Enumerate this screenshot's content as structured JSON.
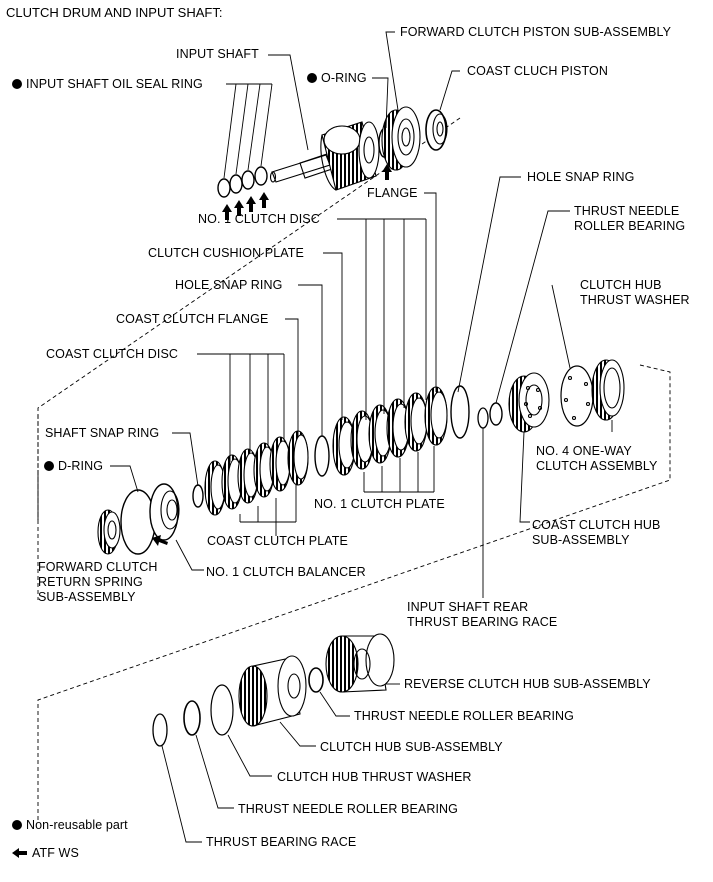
{
  "title": "CLUTCH DRUM AND INPUT SHAFT:",
  "labels": {
    "forward_clutch_piston": "FORWARD CLUTCH PISTON SUB-ASSEMBLY",
    "input_shaft": "INPUT SHAFT",
    "o_ring": "O-RING",
    "coast_cluch_piston": "COAST CLUCH PISTON",
    "input_shaft_oil_seal_ring": "INPUT SHAFT OIL SEAL RING",
    "flange": "FLANGE",
    "hole_snap_ring_top": "HOLE SNAP RING",
    "no1_clutch_disc": "NO. 1 CLUTCH DISC",
    "thrust_needle_roller_bearing_top": "THRUST NEEDLE\nROLLER BEARING",
    "clutch_cushion_plate": "CLUTCH CUSHION PLATE",
    "clutch_hub_thrust_washer_top": "CLUTCH HUB\nTHRUST WASHER",
    "hole_snap_ring_mid": "HOLE SNAP RING",
    "coast_clutch_flange": "COAST CLUTCH FLANGE",
    "coast_clutch_disc": "COAST CLUTCH DISC",
    "shaft_snap_ring": "SHAFT SNAP RING",
    "no4_one_way_clutch": "NO. 4 ONE-WAY\nCLUTCH ASSEMBLY",
    "d_ring": "D-RING",
    "no1_clutch_plate": "NO. 1 CLUTCH PLATE",
    "coast_clutch_hub": "COAST CLUTCH HUB\nSUB-ASSEMBLY",
    "coast_clutch_plate": "COAST CLUTCH PLATE",
    "forward_clutch_return_spring": "FORWARD CLUTCH\nRETURN SPRING\nSUB-ASSEMBLY",
    "no1_clutch_balancer": "NO. 1 CLUTCH BALANCER",
    "input_shaft_rear_race": "INPUT SHAFT REAR\nTHRUST BEARING RACE",
    "reverse_clutch_hub": "REVERSE CLUTCH HUB SUB-ASSEMBLY",
    "thrust_needle_roller_bearing_low1": "THRUST NEEDLE ROLLER BEARING",
    "clutch_hub_sub_assembly": "CLUTCH HUB SUB-ASSEMBLY",
    "clutch_hub_thrust_washer_low": "CLUTCH HUB THRUST WASHER",
    "thrust_needle_roller_bearing_low2": "THRUST NEEDLE ROLLER BEARING",
    "thrust_bearing_race": "THRUST BEARING RACE"
  },
  "legend": {
    "non_reusable": "Non-reusable part",
    "atf_ws": "ATF WS"
  },
  "icons": {
    "non_reusable_marker": "filled-circle-icon",
    "atf_marker": "arrow-left-icon"
  }
}
